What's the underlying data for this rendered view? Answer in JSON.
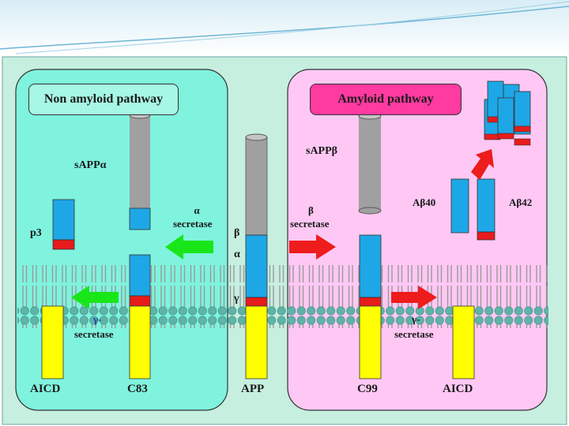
{
  "colors": {
    "panel_bg": "#c6efdf",
    "left_region": "#7ff3de",
    "right_region": "#ffc8f4",
    "title_left_bg": "#a6f7e3",
    "title_right_bg": "#ff3aa0",
    "blue": "#1ea7e6",
    "red": "#e81b1b",
    "yellow": "#ffff00",
    "grey": "#a0a0a0",
    "green_arrow": "#19e619",
    "red_arrow": "#ee1c1c",
    "membrane_head": "#5fb3a7",
    "membrane_tail": "#a9a9a9"
  },
  "labels": {
    "non_amyloid_title": "Non amyloid pathway",
    "amyloid_title": "Amyloid pathway",
    "sappa": "sAPPα",
    "sappb": "sAPPβ",
    "p3": "p3",
    "alpha_secretase_1": "α",
    "alpha_secretase_2": "secretase",
    "beta_secretase_1": "β",
    "beta_secretase_2": "secretase",
    "gamma_left_1": "γ-",
    "gamma_left_2": "secretase",
    "gamma_right_1": "γ-",
    "gamma_right_2": "secretase",
    "beta_site": "β",
    "alpha_site": "α",
    "gamma_site": "γ",
    "ab40": "Aβ40",
    "ab42": "Aβ42",
    "aicd_left": "AICD",
    "c83": "C83",
    "app": "APP",
    "c99": "C99",
    "aicd_right": "AICD"
  }
}
